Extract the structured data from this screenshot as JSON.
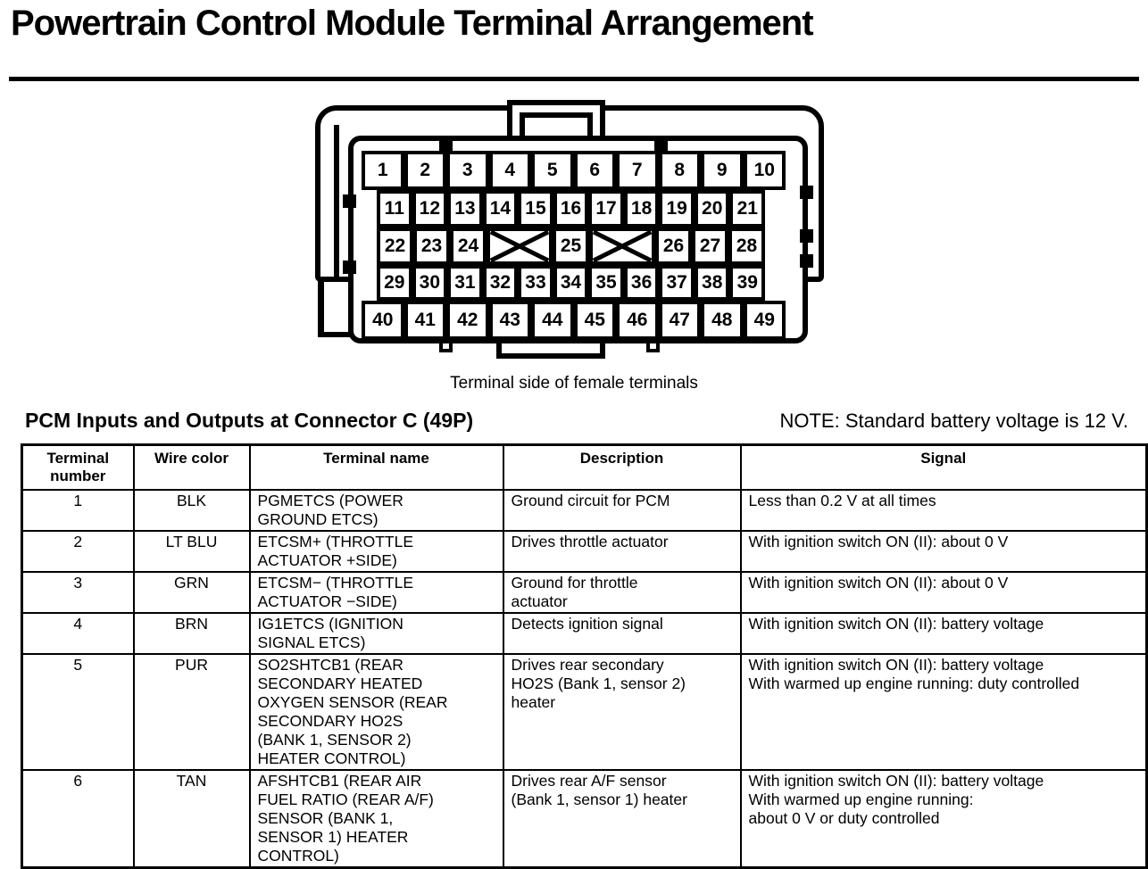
{
  "page": {
    "title": "Powertrain Control Module Terminal Arrangement"
  },
  "connector": {
    "caption": "Terminal side of female terminals",
    "row1": [
      "1",
      "2",
      "3",
      "4",
      "5",
      "6",
      "7",
      "8",
      "9",
      "10"
    ],
    "row2": [
      "11",
      "12",
      "13",
      "14",
      "15",
      "16",
      "17",
      "18",
      "19",
      "20",
      "21"
    ],
    "row3": [
      "22",
      "23",
      "24",
      "25",
      "26",
      "27",
      "28"
    ],
    "row4": [
      "29",
      "30",
      "31",
      "32",
      "33",
      "34",
      "35",
      "36",
      "37",
      "38",
      "39"
    ],
    "row5": [
      "40",
      "41",
      "42",
      "43",
      "44",
      "45",
      "46",
      "47",
      "48",
      "49"
    ],
    "blocked_cell_icon": "x-cross"
  },
  "section": {
    "heading": "PCM Inputs and Outputs at Connector C (49P)",
    "note": "NOTE: Standard battery voltage is 12 V."
  },
  "table": {
    "headers": [
      "Terminal\nnumber",
      "Wire color",
      "Terminal name",
      "Description",
      "Signal"
    ],
    "rows": [
      {
        "terminal": "1",
        "wire_color": "BLK",
        "terminal_name": "PGMETCS (POWER\nGROUND ETCS)",
        "description": "Ground circuit for PCM",
        "signal": "Less than 0.2 V at all times"
      },
      {
        "terminal": "2",
        "wire_color": "LT BLU",
        "terminal_name": "ETCSM+ (THROTTLE\nACTUATOR +SIDE)",
        "description": "Drives throttle actuator",
        "signal": "With ignition switch ON (II): about 0 V"
      },
      {
        "terminal": "3",
        "wire_color": "GRN",
        "terminal_name": "ETCSM− (THROTTLE\nACTUATOR −SIDE)",
        "description": "Ground for throttle\nactuator",
        "signal": "With ignition switch ON (II): about 0 V"
      },
      {
        "terminal": "4",
        "wire_color": "BRN",
        "terminal_name": "IG1ETCS (IGNITION\nSIGNAL ETCS)",
        "description": "Detects ignition signal",
        "signal": "With ignition switch ON (II): battery voltage"
      },
      {
        "terminal": "5",
        "wire_color": "PUR",
        "terminal_name": "SO2SHTCB1 (REAR\nSECONDARY HEATED\nOXYGEN SENSOR (REAR\nSECONDARY HO2S\n(BANK 1, SENSOR 2)\nHEATER CONTROL)",
        "description": "Drives rear secondary\nHO2S (Bank 1, sensor 2)\nheater",
        "signal": "With ignition switch ON (II): battery voltage\nWith warmed up engine running: duty controlled"
      },
      {
        "terminal": "6",
        "wire_color": "TAN",
        "terminal_name": "AFSHTCB1 (REAR AIR\nFUEL RATIO (REAR A/F)\nSENSOR (BANK 1,\nSENSOR 1) HEATER\nCONTROL)",
        "description": "Drives rear A/F sensor\n(Bank 1, sensor 1) heater",
        "signal": "With ignition switch ON (II): battery voltage\nWith warmed up engine running:\nabout 0 V or duty controlled"
      }
    ]
  },
  "colors": {
    "ink": "#000000",
    "paper": "#ffffff"
  }
}
